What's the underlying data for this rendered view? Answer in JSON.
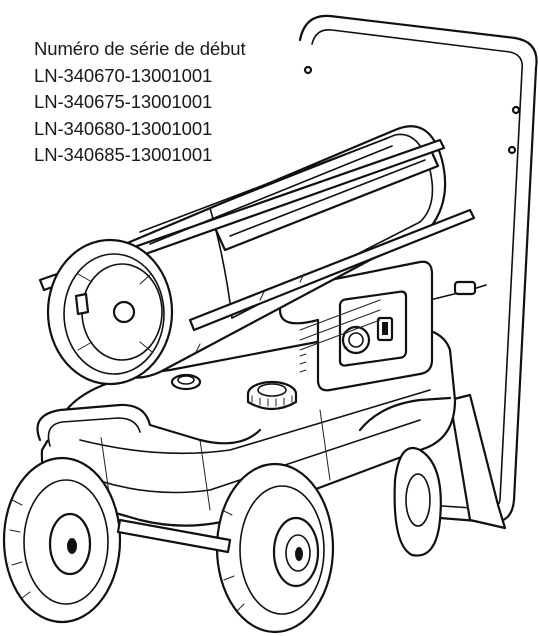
{
  "caption": {
    "heading": "Numéro de série de début",
    "serials": [
      "LN-340670-13001001",
      "LN-340675-13001001",
      "LN-340680-13001001",
      "LN-340685-13001001"
    ]
  }
}
